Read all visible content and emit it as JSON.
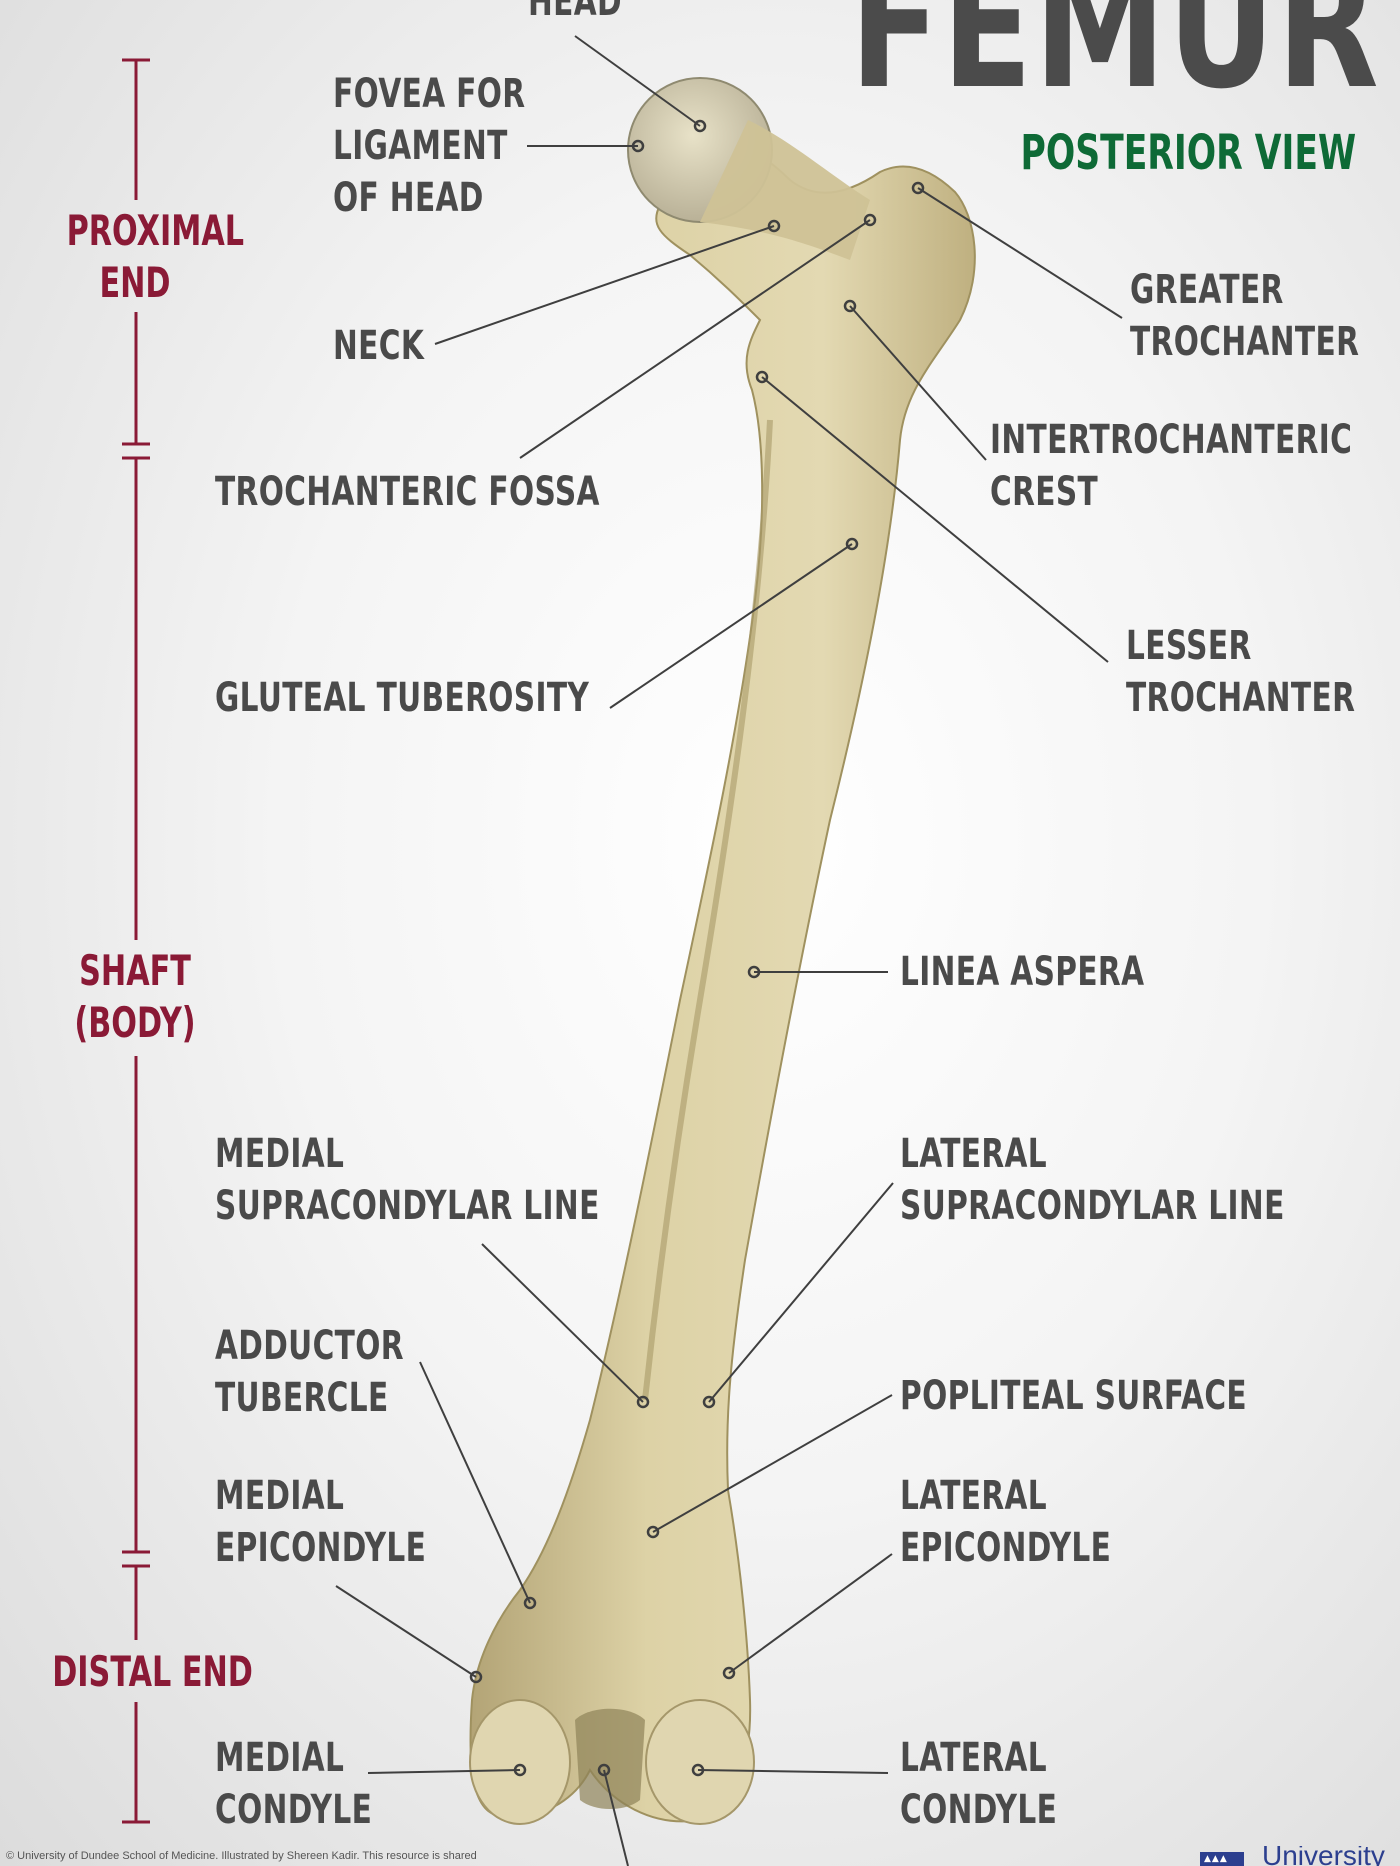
{
  "title": "FEMUR",
  "subtitle": "POSTERIOR VIEW",
  "colors": {
    "region": "#8a1a36",
    "subtitle": "#0e6a36",
    "label": "#4a4a4a",
    "bone": "#d8cca0"
  },
  "regions": {
    "proximal": [
      "PROXIMAL",
      "END"
    ],
    "shaft": [
      "SHAFT",
      "(BODY)"
    ],
    "distal": [
      "DISTAL END"
    ]
  },
  "labels": {
    "head": [
      "HEAD"
    ],
    "fovea": [
      "FOVEA FOR",
      "LIGAMENT",
      "OF HEAD"
    ],
    "neck": [
      "NECK"
    ],
    "trochanteric_fossa": [
      "TROCHANTERIC FOSSA"
    ],
    "gluteal_tuberosity": [
      "GLUTEAL TUBEROSITY"
    ],
    "greater_trochanter": [
      "GREATER",
      "TROCHANTER"
    ],
    "intertrochanteric_crest": [
      "INTERTROCHANTERIC",
      "CREST"
    ],
    "lesser_trochanter": [
      "LESSER",
      "TROCHANTER"
    ],
    "linea_aspera": [
      "LINEA ASPERA"
    ],
    "medial_supracondylar_line": [
      "MEDIAL",
      "SUPRACONDYLAR LINE"
    ],
    "lateral_supracondylar_line": [
      "LATERAL",
      "SUPRACONDYLAR LINE"
    ],
    "adductor_tubercle": [
      "ADDUCTOR",
      "TUBERCLE"
    ],
    "popliteal_surface": [
      "POPLITEAL  SURFACE"
    ],
    "medial_epicondyle": [
      "MEDIAL",
      "EPICONDYLE"
    ],
    "lateral_epicondyle": [
      "LATERAL",
      "EPICONDYLE"
    ],
    "medial_condyle": [
      "MEDIAL",
      "CONDYLE"
    ],
    "lateral_condyle": [
      "LATERAL",
      "CONDYLE"
    ]
  },
  "footer": {
    "credit": "© University of Dundee School of Medicine. Illustrated by Shereen Kadir. This resource is shared",
    "logo_text": "University"
  }
}
